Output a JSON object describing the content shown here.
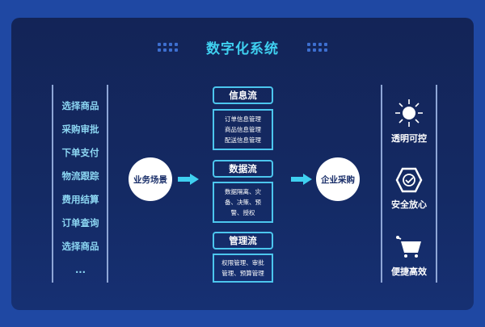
{
  "title": "数字化系统",
  "left_items": [
    "选择商品",
    "采购审批",
    "下单支付",
    "物流跟踪",
    "费用结算",
    "订单查询",
    "选择商品",
    "..."
  ],
  "source_node": "业务场景",
  "target_node": "企业采购",
  "flows": [
    {
      "header": "信息流",
      "lines": [
        "订单信息管理",
        "商品信息管理",
        "配送信息管理"
      ]
    },
    {
      "header": "数据流",
      "lines": [
        "数据隔离、灾",
        "备、决策、预",
        "警、授权"
      ]
    },
    {
      "header": "管理流",
      "lines": [
        "权限管理、审批",
        "管理、预算管理"
      ]
    }
  ],
  "benefits": [
    {
      "icon": "sun-icon",
      "label": "透明可控"
    },
    {
      "icon": "shield-check-icon",
      "label": "安全放心"
    },
    {
      "icon": "cart-icon",
      "label": "便捷高效"
    }
  ],
  "colors": {
    "accent": "#3fd0f0",
    "panel": "#132457",
    "background": "#1f48a3"
  }
}
